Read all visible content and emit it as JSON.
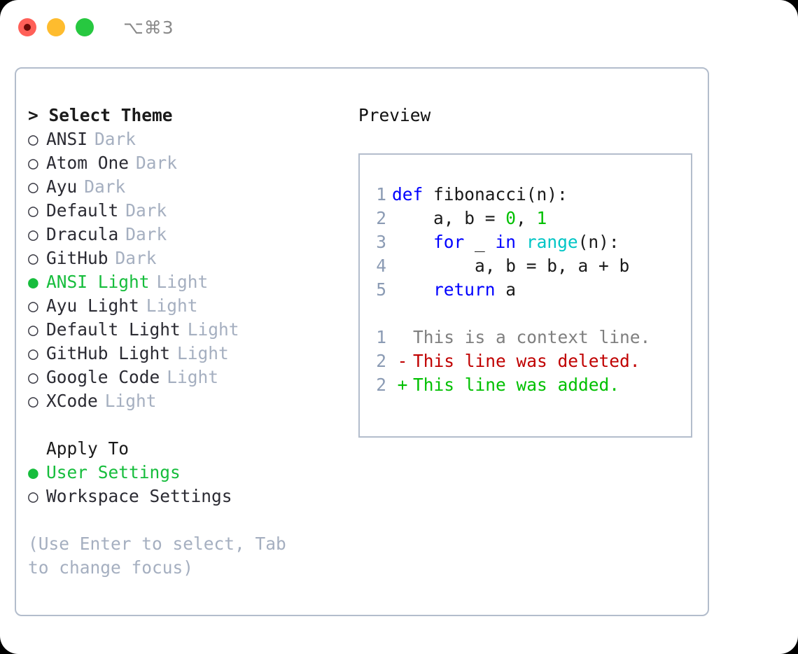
{
  "titlebar": {
    "traffic_lights": [
      {
        "name": "close",
        "color": "#ff6058",
        "recording": true
      },
      {
        "name": "minimize",
        "color": "#febc2e",
        "recording": false
      },
      {
        "name": "maximize",
        "color": "#27c840",
        "recording": false
      }
    ],
    "shortcut": "⌥⌘3"
  },
  "theme_panel": {
    "title": "> Select Theme",
    "selected_index": 6,
    "items": [
      {
        "bullet": "○",
        "label": "ANSI",
        "tag": "Dark",
        "selected": false
      },
      {
        "bullet": "○",
        "label": "Atom One",
        "tag": "Dark",
        "selected": false
      },
      {
        "bullet": "○",
        "label": "Ayu",
        "tag": "Dark",
        "selected": false
      },
      {
        "bullet": "○",
        "label": "Default",
        "tag": "Dark",
        "selected": false
      },
      {
        "bullet": "○",
        "label": "Dracula",
        "tag": "Dark",
        "selected": false
      },
      {
        "bullet": "○",
        "label": "GitHub",
        "tag": "Dark",
        "selected": false
      },
      {
        "bullet": "●",
        "label": "ANSI Light",
        "tag": "Light",
        "selected": true
      },
      {
        "bullet": "○",
        "label": "Ayu Light",
        "tag": "Light",
        "selected": false
      },
      {
        "bullet": "○",
        "label": "Default Light",
        "tag": "Light",
        "selected": false
      },
      {
        "bullet": "○",
        "label": "GitHub Light",
        "tag": "Light",
        "selected": false
      },
      {
        "bullet": "○",
        "label": "Google Code",
        "tag": "Light",
        "selected": false
      },
      {
        "bullet": "○",
        "label": "XCode",
        "tag": "Light",
        "selected": false
      }
    ]
  },
  "apply_to": {
    "title": "Apply To",
    "items": [
      {
        "bullet": "●",
        "label": "User Settings",
        "selected": true
      },
      {
        "bullet": "○",
        "label": "Workspace Settings",
        "selected": false
      }
    ]
  },
  "hint": "(Use Enter to select, Tab to change focus)",
  "preview": {
    "title": "Preview",
    "code_lines": [
      {
        "no": "1",
        "tokens": [
          {
            "t": "def ",
            "c": "kw"
          },
          {
            "t": "fibonacci(n):",
            "c": "pl"
          }
        ]
      },
      {
        "no": "2",
        "tokens": [
          {
            "t": "    a, b = ",
            "c": "pl"
          },
          {
            "t": "0",
            "c": "num"
          },
          {
            "t": ", ",
            "c": "pl"
          },
          {
            "t": "1",
            "c": "num"
          }
        ]
      },
      {
        "no": "3",
        "tokens": [
          {
            "t": "    ",
            "c": "pl"
          },
          {
            "t": "for",
            "c": "kw"
          },
          {
            "t": " _ ",
            "c": "pl"
          },
          {
            "t": "in",
            "c": "kw"
          },
          {
            "t": " ",
            "c": "pl"
          },
          {
            "t": "range",
            "c": "fn"
          },
          {
            "t": "(n):",
            "c": "pl"
          }
        ]
      },
      {
        "no": "4",
        "tokens": [
          {
            "t": "        a, b = b, a + b",
            "c": "pl"
          }
        ]
      },
      {
        "no": "5",
        "tokens": [
          {
            "t": "    ",
            "c": "pl"
          },
          {
            "t": "return",
            "c": "kw"
          },
          {
            "t": " a",
            "c": "pl"
          }
        ]
      }
    ],
    "diff_lines": [
      {
        "no": "1",
        "sign": " ",
        "text": "This is a context line.",
        "kind": "ctx"
      },
      {
        "no": "2",
        "sign": "-",
        "text": "This line was deleted.",
        "kind": "del"
      },
      {
        "no": "2",
        "sign": "+",
        "text": "This line was added.",
        "kind": "add"
      }
    ]
  },
  "colors": {
    "accent_green": "#16bd3c",
    "muted": "#a5afc0",
    "border": "#b3bdcc",
    "keyword": "#0000ff",
    "number": "#00c000",
    "function": "#00c5c5",
    "diff_delete": "#c00000",
    "diff_add": "#00c000",
    "diff_context": "#7f7f7f",
    "lineno": "#8b9bb4"
  }
}
